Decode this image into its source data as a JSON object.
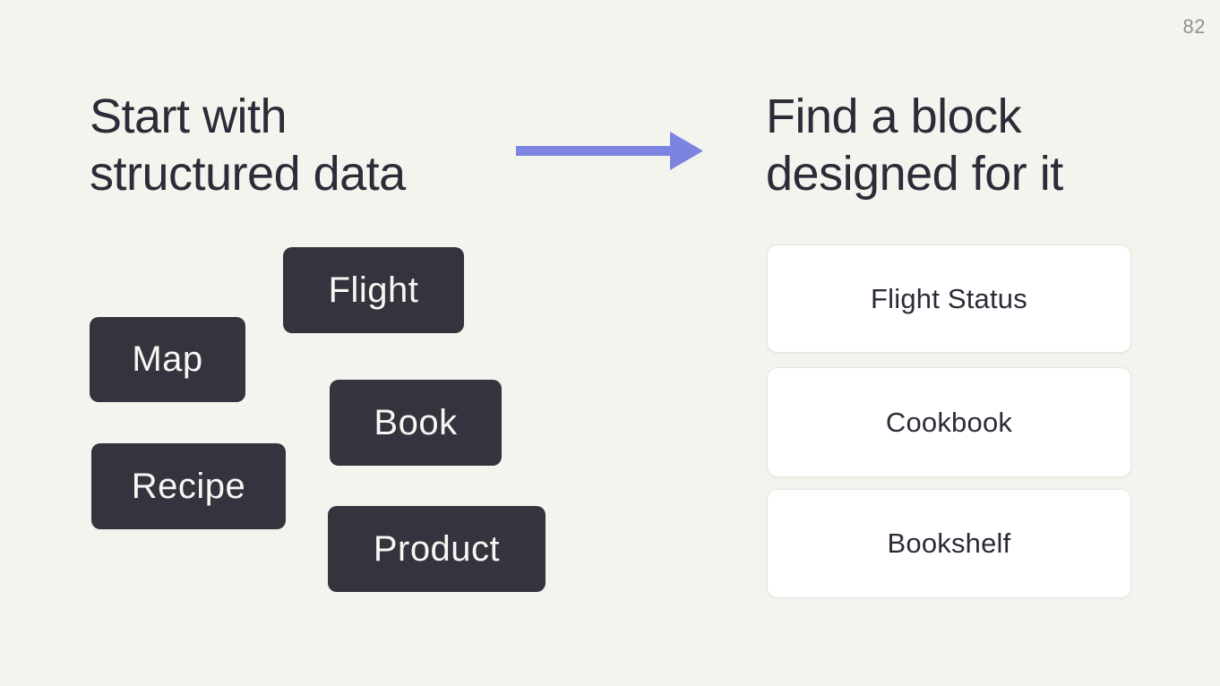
{
  "page": {
    "number": "82"
  },
  "left_section": {
    "heading_line1": "Start with",
    "heading_line2": "structured data",
    "blocks": [
      {
        "label": "Flight"
      },
      {
        "label": "Map"
      },
      {
        "label": "Book"
      },
      {
        "label": "Recipe"
      },
      {
        "label": "Product"
      }
    ]
  },
  "arrow": {
    "direction": "right",
    "color": "#7d83e1"
  },
  "right_section": {
    "heading_line1": "Find a block",
    "heading_line2": "designed for it",
    "cards": [
      {
        "label": "Flight Status"
      },
      {
        "label": "Cookbook"
      },
      {
        "label": "Bookshelf"
      }
    ]
  },
  "colors": {
    "background": "#f2f4ed",
    "heading_text": "#2e2b38",
    "block_background": "#36333e",
    "block_text": "#f7f7f4",
    "card_background": "#ffffff",
    "card_border": "#e4e5de",
    "card_text": "#2e2b38",
    "arrow": "#7d83e1",
    "page_number_text": "#90918a"
  }
}
